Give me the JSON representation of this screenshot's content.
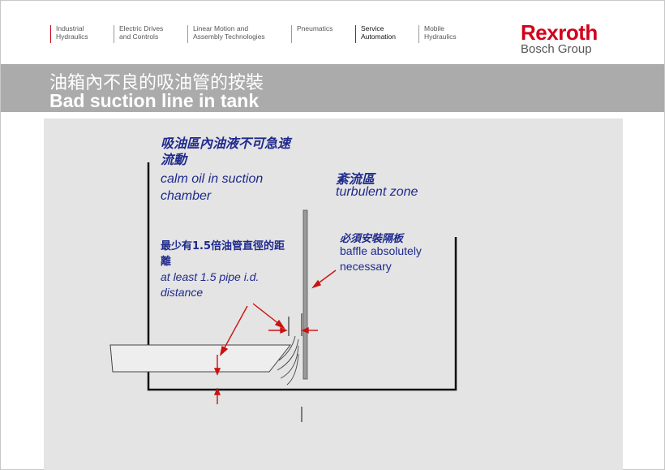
{
  "nav": [
    {
      "line1": "Industrial",
      "line2": "Hydraulics"
    },
    {
      "line1": "Electric Drives",
      "line2": "and Controls"
    },
    {
      "line1": "Linear Motion and",
      "line2": "Assembly Technologies"
    },
    {
      "line1": "",
      "line2": "Pneumatics"
    },
    {
      "line1": "Service",
      "line2": "Automation"
    },
    {
      "line1": "Mobile",
      "line2": "Hydraulics"
    }
  ],
  "logo": {
    "brand": "Rexroth",
    "group": "Bosch Group"
  },
  "title": {
    "cn": "油箱內不良的吸油管的按裝",
    "en": "Bad suction line in tank"
  },
  "labels": {
    "calm_cn": "吸油區內油液不可急速流動",
    "calm_en": "calm oil in suction chamber",
    "turbulent_cn": "紊流區",
    "turbulent_en": "turbulent zone",
    "distance_cn": "最少有1.5倍油管直徑的距離",
    "distance_en": "at least 1.5 pipe i.d. distance",
    "baffle_cn": "必須安裝隔板",
    "baffle_en": "baffle absolutely necessary"
  },
  "colors": {
    "brand_red": "#d0021b",
    "label_blue": "#1f2a8c",
    "arrow_red": "#cc1111",
    "title_bar": "#ababab",
    "panel": "#e4e4e4"
  }
}
